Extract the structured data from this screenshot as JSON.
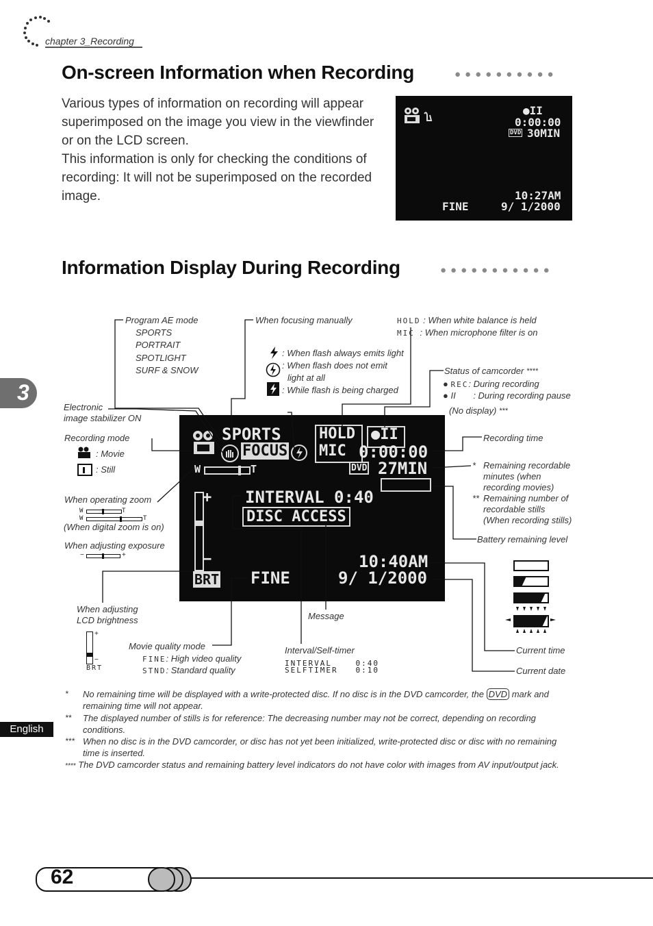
{
  "header": {
    "chapter": "chapter 3_Recording"
  },
  "section1": {
    "title": "On-screen Information when Recording",
    "paragraph1": "Various types of information on recording will appear superimposed on the image you view in the viewfinder or on the LCD screen.",
    "paragraph2": "This information is only for checking the conditions of recording: It will not be superimposed on the recorded image.",
    "preview": {
      "time": "0:00:00",
      "dvd": "DVD",
      "remaining": "30MIN",
      "clock": "10:27AM",
      "date": "9/ 1/2000",
      "quality": "FINE"
    }
  },
  "section2": {
    "title": "Information Display During Recording",
    "screen": {
      "sports": "SPORTS",
      "focus": "FOCUS",
      "hold": "HOLD",
      "mic": "MIC",
      "time": "0:00:00",
      "dvd": "DVD",
      "remaining": "27MIN",
      "zoom_w": "W",
      "zoom_t": "T",
      "interval": "INTERVAL  0:40",
      "message": "DISC ACCESS",
      "brt": "BRT",
      "quality": "FINE",
      "clock": "10:40AM",
      "date": "9/ 1/2000"
    },
    "labels": {
      "program_ae": "Program AE mode",
      "ae_modes": [
        "SPORTS",
        "PORTRAIT",
        "SPOTLIGHT",
        "SURF & SNOW"
      ],
      "focus_manual": "When focusing manually",
      "hold_code": "HOLD",
      "hold_text": ": When white balance is held",
      "mic_code": "MIC",
      "mic_text": ": When microphone filter is on",
      "flash1": ": When flash always emits light",
      "flash2a": ": When flash does not emit",
      "flash2b": "light at all",
      "flash3": ": While flash is being charged",
      "status": "Status of camcorder",
      "status_mark": "****",
      "rec_code": "REC",
      "rec_text": ": During recording",
      "pause_text": ": During recording pause",
      "no_display": "(No display)",
      "no_display_mark": "***",
      "eis1": "Electronic",
      "eis2": "image stabilizer ON",
      "rec_mode": "Recording mode",
      "movie": ": Movie",
      "still": ": Still",
      "zoom_op": "When operating zoom",
      "zoom_digital": "(When digital zoom is on)",
      "exposure": "When adjusting exposure",
      "rec_time": "Recording time",
      "remaining_mark": "*",
      "remaining1": [
        "Remaining recordable",
        "minutes (when",
        "recording movies)"
      ],
      "remaining2_mark": "**",
      "remaining2": [
        "Remaining number of",
        "recordable stills",
        "(When recording stills)"
      ],
      "battery": "Battery remaining level",
      "lcd1": "When adjusting",
      "lcd2": "LCD brightness",
      "message": "Message",
      "movie_quality": "Movie quality mode",
      "fine_code": "FINE",
      "fine_text": ": High video quality",
      "stnd_code": "STND",
      "stnd_text": ": Standard quality",
      "interval_self": "Interval/Self-timer",
      "interval_code": "INTERVAL    0:40",
      "self_code": "SELFTIMER   0:10",
      "current_time": "Current time",
      "current_date": "Current date",
      "brt_small": "BRT"
    }
  },
  "footnotes": [
    {
      "mark": "*",
      "text1": "No remaining time will be displayed with a write-protected disc. If no disc is in the DVD camcorder, the",
      "dvd": "DVD",
      "text2": "mark and",
      "text3": "remaining time will not appear."
    },
    {
      "mark": "**",
      "text": "The displayed number of stills is for reference: The decreasing number may not be correct, depending on recording",
      "text2": "conditions."
    },
    {
      "mark": "***",
      "text": "When no disc is in the DVD camcorder, or disc has not yet been initialized, write-protected disc or disc with no remaining",
      "text2": "time is inserted."
    },
    {
      "mark": "****",
      "text": "The DVD camcorder status and remaining battery level indicators do not have color with images from AV input/output jack."
    }
  ],
  "side_tab": {
    "chapter_num": "3",
    "language": "English"
  },
  "page_number": "62"
}
